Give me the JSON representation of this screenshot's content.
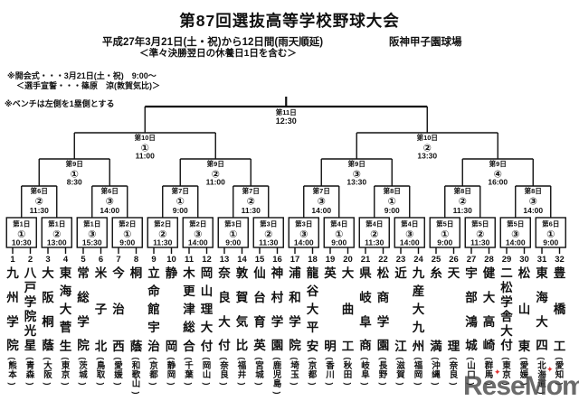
{
  "header": {
    "title": "第87回選抜高等学校野球大会",
    "date_line": "平成27年3月21日(土・祝)から12日間(雨天順延)",
    "venue": "阪神甲子園球場",
    "rest_day_note": "＜準々決勝翌日の休養日1日を含む＞",
    "note_opening": "※開会式・・・3月21日(土・祝)　9:00～",
    "note_oath": "＜選手宣誓・・・篠原　涼(敦賀気比)＞",
    "note_bench": "※ベンチは左側を1塁側とする"
  },
  "watermark": {
    "text": "ReseMom",
    "accent_color": "#e03030",
    "text_color": "#4b4b4b"
  },
  "bracket": {
    "line_color": "#111111",
    "final": {
      "day": "第11日",
      "time": "12:30"
    },
    "semifinals": [
      {
        "day": "第10日",
        "no": "①",
        "time": "11:00"
      },
      {
        "day": "第10日",
        "no": "②",
        "time": "13:30"
      }
    ],
    "quarterfinals": [
      {
        "day": "第9日",
        "no": "①",
        "time": "8:30"
      },
      {
        "day": "第9日",
        "no": "②",
        "time": "11:00"
      },
      {
        "day": "第9日",
        "no": "③",
        "time": "13:30"
      },
      {
        "day": "第9日",
        "no": "④",
        "time": "16:00"
      }
    ],
    "round2": [
      {
        "day": "第6日",
        "no": "②",
        "time": "11:30"
      },
      {
        "day": "第6日",
        "no": "③",
        "time": "14:00"
      },
      {
        "day": "第7日",
        "no": "①",
        "time": "9:00"
      },
      {
        "day": "第7日",
        "no": "②",
        "time": "11:30"
      },
      {
        "day": "第7日",
        "no": "③",
        "time": "14:00"
      },
      {
        "day": "第8日",
        "no": "①",
        "time": "9:00"
      },
      {
        "day": "第8日",
        "no": "②",
        "time": "11:30"
      },
      {
        "day": "第8日",
        "no": "③",
        "time": "14:00"
      }
    ],
    "round1": [
      {
        "day": "第1日",
        "no": "①",
        "time": "10:30"
      },
      {
        "day": "第1日",
        "no": "②",
        "time": "13:00"
      },
      {
        "day": "第1日",
        "no": "③",
        "time": "15:30"
      },
      {
        "day": "第2日",
        "no": "①",
        "time": "9:00"
      },
      {
        "day": "第2日",
        "no": "②",
        "time": "11:30"
      },
      {
        "day": "第2日",
        "no": "③",
        "time": "14:00"
      },
      {
        "day": "第3日",
        "no": "①",
        "time": "9:00"
      },
      {
        "day": "第3日",
        "no": "②",
        "time": "11:30"
      },
      {
        "day": "第3日",
        "no": "③",
        "time": "14:00"
      },
      {
        "day": "第4日",
        "no": "①",
        "time": "9:00"
      },
      {
        "day": "第4日",
        "no": "②",
        "time": "11:30"
      },
      {
        "day": "第4日",
        "no": "③",
        "time": "14:00"
      },
      {
        "day": "第5日",
        "no": "①",
        "time": "9:00"
      },
      {
        "day": "第5日",
        "no": "②",
        "time": "11:30"
      },
      {
        "day": "第5日",
        "no": "③",
        "time": "14:00"
      },
      {
        "day": "第6日",
        "no": "①",
        "time": "9:00"
      }
    ],
    "teams": [
      {
        "no": 1,
        "name": "九州学院",
        "pref": "熊本"
      },
      {
        "no": 2,
        "name": "八戸学院光星",
        "pref": "青森"
      },
      {
        "no": 3,
        "name": "大阪桐蔭",
        "pref": "大阪"
      },
      {
        "no": 4,
        "name": "東海大菅生",
        "pref": "東京"
      },
      {
        "no": 5,
        "name": "常総学院",
        "pref": "茨城"
      },
      {
        "no": 6,
        "name": "米子北",
        "pref": "鳥取"
      },
      {
        "no": 7,
        "name": "今治西",
        "pref": "愛媛"
      },
      {
        "no": 8,
        "name": "桐蔭",
        "pref": "和歌山"
      },
      {
        "no": 9,
        "name": "立命館宇治",
        "pref": "京都"
      },
      {
        "no": 10,
        "name": "静岡",
        "pref": "静岡"
      },
      {
        "no": 11,
        "name": "木更津総合",
        "pref": "千葉"
      },
      {
        "no": 12,
        "name": "岡山理大付",
        "pref": "岡山"
      },
      {
        "no": 13,
        "name": "奈良大付",
        "pref": "奈良"
      },
      {
        "no": 14,
        "name": "敦賀気比",
        "pref": "福井"
      },
      {
        "no": 15,
        "name": "仙台育英",
        "pref": "宮城"
      },
      {
        "no": 16,
        "name": "神村学園",
        "pref": "鹿児島"
      },
      {
        "no": 17,
        "name": "浦和学院",
        "pref": "埼玉"
      },
      {
        "no": 18,
        "name": "龍谷大平安",
        "pref": "京都"
      },
      {
        "no": 19,
        "name": "英明",
        "pref": "香川"
      },
      {
        "no": 20,
        "name": "大曲工",
        "pref": "秋田"
      },
      {
        "no": 21,
        "name": "県岐阜商",
        "pref": "岐阜"
      },
      {
        "no": 22,
        "name": "松商学園",
        "pref": "長野"
      },
      {
        "no": 23,
        "name": "近江",
        "pref": "滋賀"
      },
      {
        "no": 24,
        "name": "九産大九州",
        "pref": "福岡"
      },
      {
        "no": 25,
        "name": "糸満",
        "pref": "沖縄"
      },
      {
        "no": 26,
        "name": "天理",
        "pref": "奈良"
      },
      {
        "no": 27,
        "name": "宇部鴻城",
        "pref": "山口"
      },
      {
        "no": 28,
        "name": "健大高崎",
        "pref": "群馬"
      },
      {
        "no": 29,
        "name": "二松学舎大付",
        "pref": "東京"
      },
      {
        "no": 30,
        "name": "松山東",
        "pref": "愛媛"
      },
      {
        "no": 31,
        "name": "東海大四",
        "pref": "北海道"
      },
      {
        "no": 32,
        "name": "豊橋工",
        "pref": "愛知"
      }
    ]
  }
}
